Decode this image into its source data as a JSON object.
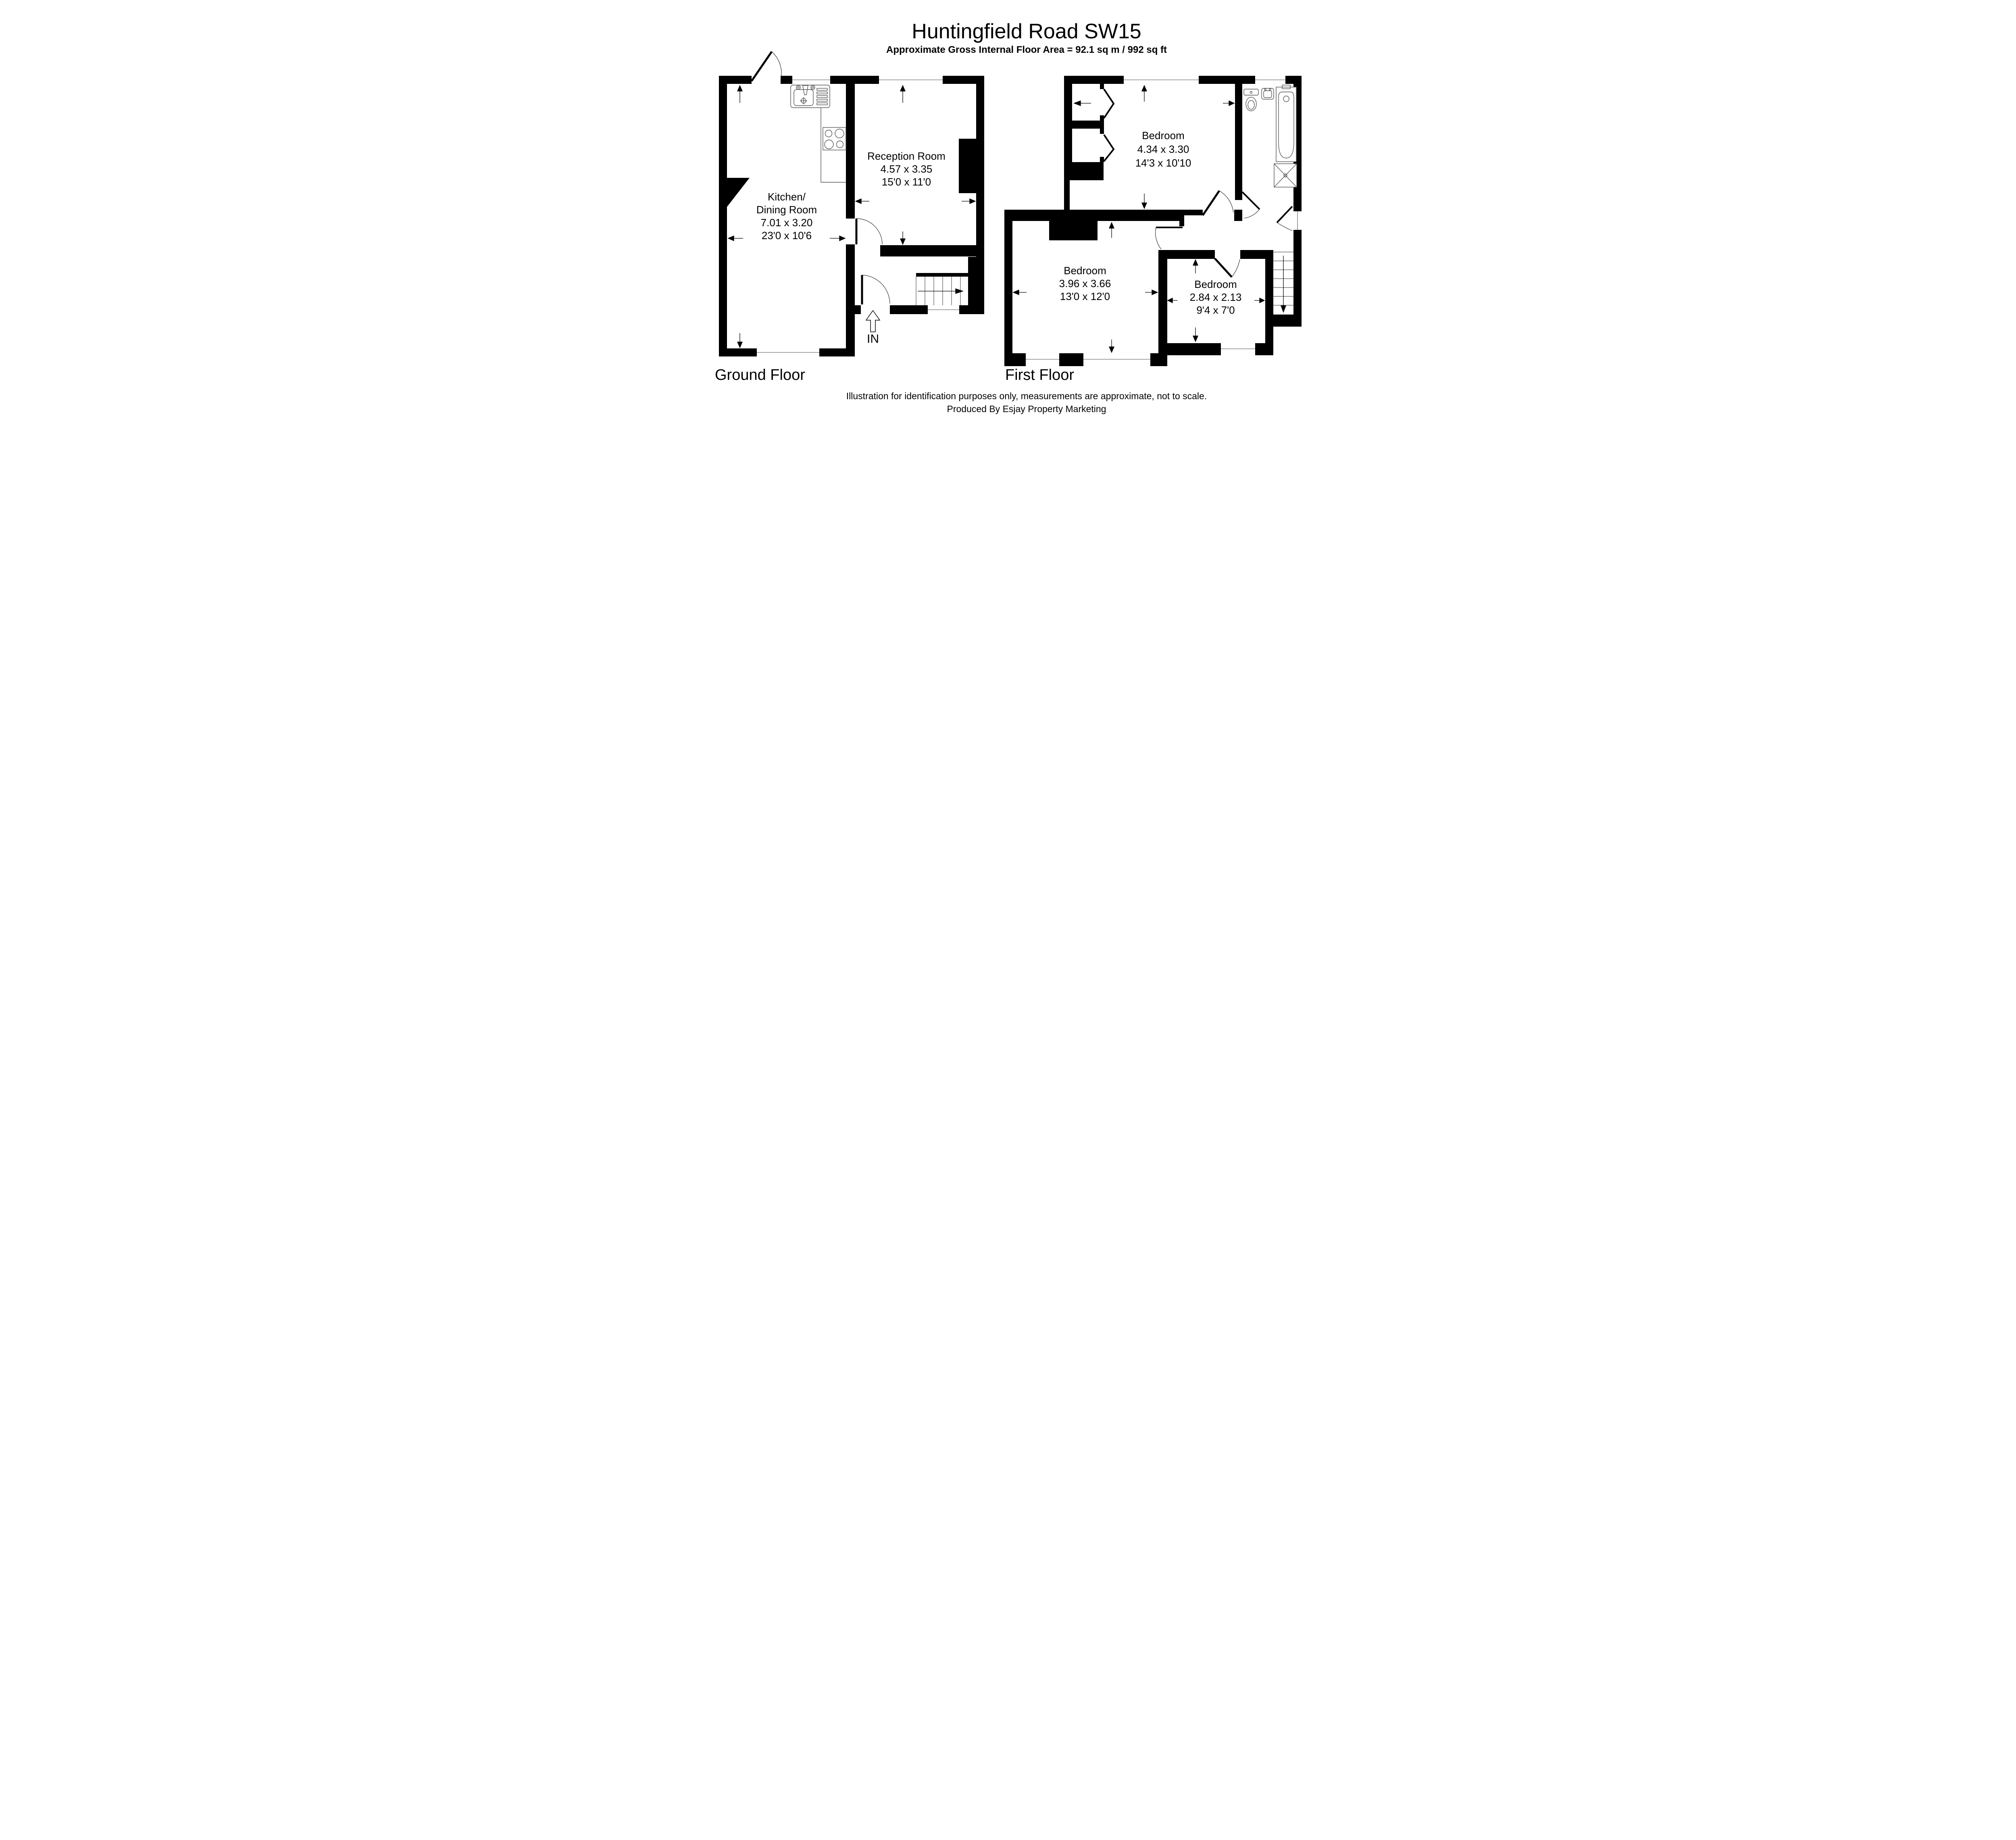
{
  "header": {
    "title": "Huntingfield Road SW15",
    "subtitle": "Approximate Gross Internal Floor Area = 92.1 sq m / 992 sq ft"
  },
  "ground_floor": {
    "label": "Ground Floor",
    "entrance_label": "IN",
    "rooms": {
      "kitchen": {
        "name_line1": "Kitchen/",
        "name_line2": "Dining Room",
        "size_metric": "7.01 x 3.20",
        "size_imperial": "23'0 x 10'6"
      },
      "reception": {
        "name": "Reception Room",
        "size_metric": "4.57 x 3.35",
        "size_imperial": "15'0 x 11'0"
      }
    },
    "fixtures": [
      "kitchen-sink",
      "hob",
      "stairs-up",
      "entrance-door"
    ]
  },
  "first_floor": {
    "label": "First Floor",
    "rooms": {
      "bedroom_main": {
        "name": "Bedroom",
        "size_metric": "4.34 x 3.30",
        "size_imperial": "14'3 x 10'10"
      },
      "bedroom_second": {
        "name": "Bedroom",
        "size_metric": "3.96 x 3.66",
        "size_imperial": "13'0 x 12'0"
      },
      "bedroom_third": {
        "name": "Bedroom",
        "size_metric": "2.84 x 2.13",
        "size_imperial": "9'4 x 7'0"
      }
    },
    "fixtures": [
      "toilet",
      "basin",
      "bathtub",
      "shower",
      "wardrobes",
      "stairs-down"
    ]
  },
  "footer": {
    "disclaimer": "Illustration for identification purposes only, measurements are approximate, not to scale.",
    "credit": "Produced By Esjay Property Marketing"
  },
  "colors": {
    "wall": "#000000",
    "background": "#ffffff",
    "fixture_line": "#555555",
    "window_line": "#888888"
  }
}
